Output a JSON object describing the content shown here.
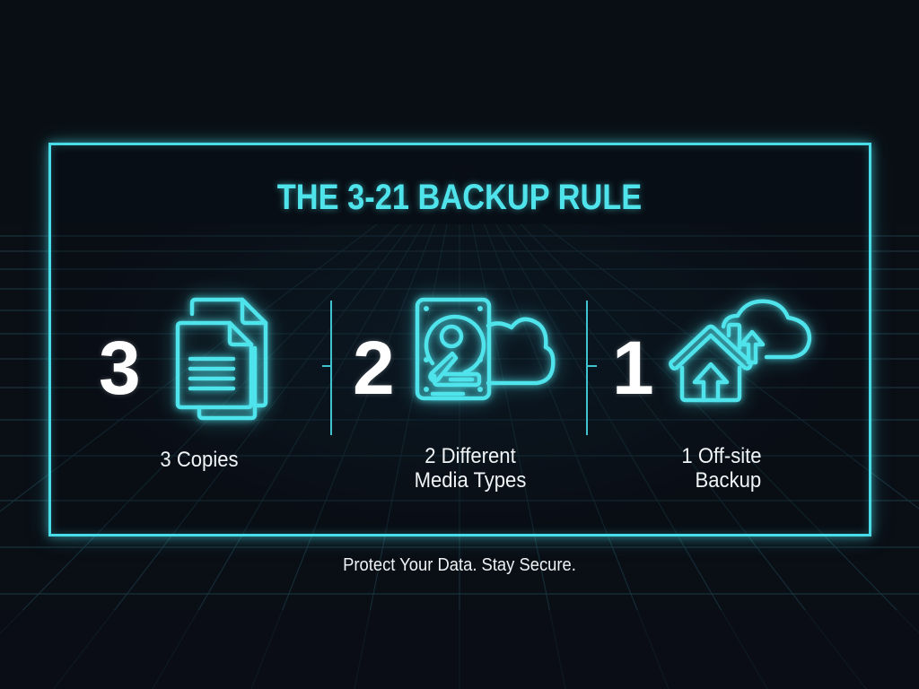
{
  "title": "THE 3-21 BACKUP RULE",
  "tagline": "Protect Your Data. Stay Secure.",
  "colors": {
    "background": "#0a0e15",
    "accent": "#4fe3ec",
    "frame": "#48dbe8",
    "text": "#ffffff",
    "grid": "#1c3a44"
  },
  "rules": [
    {
      "number": "3",
      "icon": "documents-icon",
      "label_line1": "3 Copies",
      "label_line2": ""
    },
    {
      "number": "2",
      "icon": "hard-drive-cloud-icon",
      "label_line1": "2 Different",
      "label_line2": "Media Types"
    },
    {
      "number": "1",
      "icon": "house-cloud-upload-icon",
      "label_line1": "1 Off-site",
      "label_line2": "Backup"
    }
  ]
}
